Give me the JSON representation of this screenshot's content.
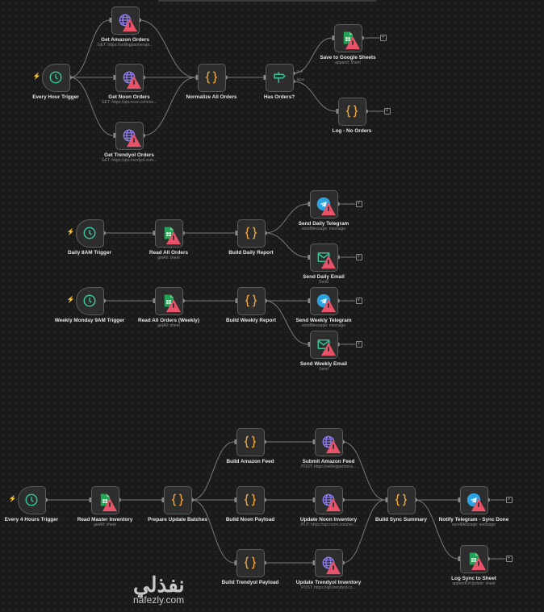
{
  "colors": {
    "globe": "#8f7cf0",
    "code": "#f0a53a",
    "clock": "#35c29a",
    "sheets": "#21a455",
    "telegram": "#2aa3e0",
    "email": "#35c29a",
    "if": "#35c29a",
    "warning": "#e8536a",
    "edge": "#7a7a7a"
  },
  "nodes": [
    {
      "id": "every_hour",
      "label": "Every Hour Trigger",
      "sub": "",
      "icon": "clock-icon",
      "trigger": true,
      "warn": false
    },
    {
      "id": "get_amazon",
      "label": "Get Amazon Orders",
      "sub": "GET: https://sellingpartnerapi...",
      "icon": "globe-icon",
      "warn": true
    },
    {
      "id": "get_noon",
      "label": "Get Noon Orders",
      "sub": "GET: https://api.noon.com/se...",
      "icon": "globe-icon",
      "warn": true
    },
    {
      "id": "get_trendyol",
      "label": "Get Trendyol Orders",
      "sub": "GET: https://api.trendyol.com...",
      "icon": "globe-icon",
      "warn": true
    },
    {
      "id": "normalize",
      "label": "Normalize All Orders",
      "sub": "",
      "icon": "code-icon",
      "warn": false
    },
    {
      "id": "has_orders",
      "label": "Has Orders?",
      "sub": "",
      "icon": "signpost-icon",
      "warn": false
    },
    {
      "id": "save_sheets",
      "label": "Save to Google Sheets",
      "sub": "append: sheet",
      "icon": "sheets-icon",
      "warn": true,
      "end": true
    },
    {
      "id": "log_no",
      "label": "Log - No Orders",
      "sub": "",
      "icon": "code-icon",
      "warn": false,
      "end": true
    },
    {
      "id": "daily_trigger",
      "label": "Daily 8AM Trigger",
      "sub": "",
      "icon": "clock-icon",
      "trigger": true,
      "warn": false
    },
    {
      "id": "read_all",
      "label": "Read All Orders",
      "sub": "getAll: sheet",
      "icon": "sheets-icon",
      "warn": true
    },
    {
      "id": "build_daily",
      "label": "Build Daily Report",
      "sub": "",
      "icon": "code-icon",
      "warn": false
    },
    {
      "id": "tg_daily",
      "label": "Send Daily Telegram",
      "sub": "sendMessage: message",
      "icon": "telegram-icon",
      "warn": true,
      "end": true
    },
    {
      "id": "email_daily",
      "label": "Send Daily Email",
      "sub": "Send",
      "icon": "email-icon",
      "warn": true,
      "end": true
    },
    {
      "id": "weekly_trigger",
      "label": "Weekly Monday 9AM Trigger",
      "sub": "",
      "icon": "clock-icon",
      "trigger": true,
      "warn": false
    },
    {
      "id": "read_weekly",
      "label": "Read All Orders (Weekly)",
      "sub": "getAll: sheet",
      "icon": "sheets-icon",
      "warn": true
    },
    {
      "id": "build_weekly",
      "label": "Build Weekly Report",
      "sub": "",
      "icon": "code-icon",
      "warn": false
    },
    {
      "id": "tg_weekly",
      "label": "Send Weekly Telegram",
      "sub": "sendMessage: message",
      "icon": "telegram-icon",
      "warn": true,
      "end": true
    },
    {
      "id": "email_weekly",
      "label": "Send Weekly Email",
      "sub": "Send",
      "icon": "email-icon",
      "warn": true,
      "end": true
    },
    {
      "id": "every4h",
      "label": "Every 4 Hours Trigger",
      "sub": "",
      "icon": "clock-icon",
      "trigger": true,
      "warn": false
    },
    {
      "id": "read_master",
      "label": "Read Master Inventory",
      "sub": "getAll: sheet",
      "icon": "sheets-icon",
      "warn": true
    },
    {
      "id": "prepare",
      "label": "Prepare Update Batches",
      "sub": "",
      "icon": "code-icon",
      "warn": false
    },
    {
      "id": "build_amazon",
      "label": "Build Amazon Feed",
      "sub": "",
      "icon": "code-icon",
      "warn": false
    },
    {
      "id": "build_noon",
      "label": "Build Noon Payload",
      "sub": "",
      "icon": "code-icon",
      "warn": false
    },
    {
      "id": "build_trendyol",
      "label": "Build Trendyol Payload",
      "sub": "",
      "icon": "code-icon",
      "warn": false
    },
    {
      "id": "submit_amazon",
      "label": "Submit Amazon Feed",
      "sub": "POST: https://sellingpartnera...",
      "icon": "globe-icon",
      "warn": true
    },
    {
      "id": "update_noon",
      "label": "Update Noon Inventory",
      "sub": "PUT: https://api.noon.com/se...",
      "icon": "globe-icon",
      "warn": true
    },
    {
      "id": "update_trendyol",
      "label": "Update Trendyol Inventory",
      "sub": "POST: https://api.trendyol.co...",
      "icon": "globe-icon",
      "warn": true
    },
    {
      "id": "build_sync",
      "label": "Build Sync Summary",
      "sub": "",
      "icon": "code-icon",
      "warn": false
    },
    {
      "id": "notify_tg",
      "label": "Notify Telegram - Sync Done",
      "sub": "sendMessage: message",
      "icon": "telegram-icon",
      "warn": true,
      "end": true
    },
    {
      "id": "log_sync",
      "label": "Log Sync to Sheet",
      "sub": "appendOrUpdate: sheet",
      "icon": "sheets-icon",
      "warn": true,
      "end": true
    }
  ],
  "edges": [
    [
      "every_hour",
      "get_amazon"
    ],
    [
      "every_hour",
      "get_noon"
    ],
    [
      "every_hour",
      "get_trendyol"
    ],
    [
      "get_amazon",
      "normalize"
    ],
    [
      "get_noon",
      "normalize"
    ],
    [
      "get_trendyol",
      "normalize"
    ],
    [
      "normalize",
      "has_orders"
    ],
    [
      "has_orders",
      "save_sheets",
      "true"
    ],
    [
      "has_orders",
      "log_no",
      "false"
    ],
    [
      "daily_trigger",
      "read_all"
    ],
    [
      "read_all",
      "build_daily"
    ],
    [
      "build_daily",
      "tg_daily"
    ],
    [
      "build_daily",
      "email_daily"
    ],
    [
      "weekly_trigger",
      "read_weekly"
    ],
    [
      "read_weekly",
      "build_weekly"
    ],
    [
      "build_weekly",
      "tg_weekly"
    ],
    [
      "build_weekly",
      "email_weekly"
    ],
    [
      "every4h",
      "read_master"
    ],
    [
      "read_master",
      "prepare"
    ],
    [
      "prepare",
      "build_amazon"
    ],
    [
      "prepare",
      "build_noon"
    ],
    [
      "prepare",
      "build_trendyol"
    ],
    [
      "build_amazon",
      "submit_amazon"
    ],
    [
      "build_noon",
      "update_noon"
    ],
    [
      "build_trendyol",
      "update_trendyol"
    ],
    [
      "submit_amazon",
      "build_sync"
    ],
    [
      "update_noon",
      "build_sync"
    ],
    [
      "update_trendyol",
      "build_sync"
    ],
    [
      "build_sync",
      "notify_tg"
    ],
    [
      "build_sync",
      "log_sync"
    ]
  ],
  "handle_labels": {
    "true": "true",
    "false": "false"
  },
  "add_node_symbol": "+",
  "trigger_symbol": "⚡",
  "watermark": {
    "arabic": "نفذلي",
    "latin": "nafezly.com"
  }
}
